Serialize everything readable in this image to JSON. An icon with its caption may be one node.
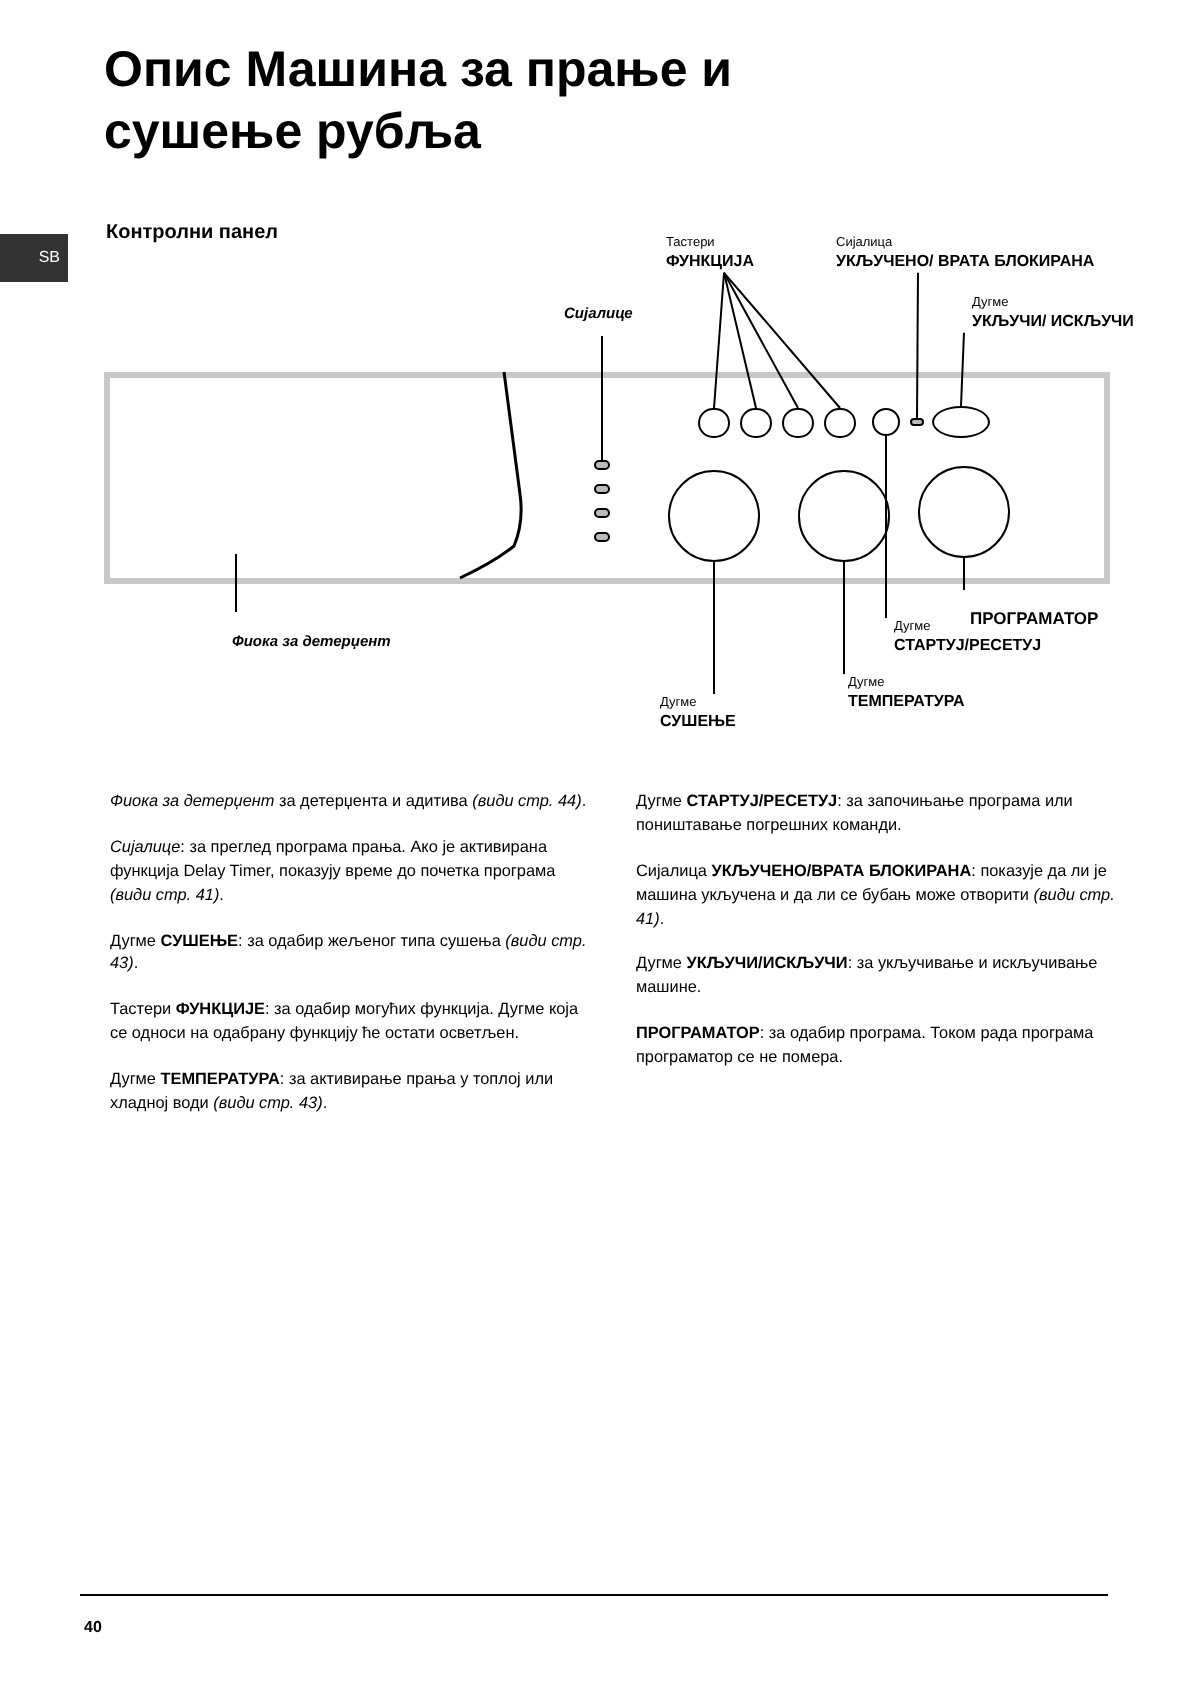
{
  "diagram": {
    "title": "Опис Машина за прање и сушење рубља",
    "nodes": [
      {
        "text": [],
        "shape": "box"
      },
      {
        "text": [
          "Фиока за детерџент"
        ]
      },
      {
        "text": [
          "Сијалице"
        ]
      },
      {
        "text": [],
        "shape": "circle",
        "in": 0
      },
      {
        "text": [],
        "shape": "circle",
        "in": 0
      },
      {
        "text": [],
        "shape": "circle",
        "in": 0
      },
      {
        "text": [],
        "shape": "circle",
        "in": 0
      },
      {
        "text": [
          "Тастери",
          "ФУНКЦИЈА"
        ]
      },
      {
        "text": [],
        "shape": "circle",
        "in": 0
      },
      {
        "text": [],
        "shape": "circle",
        "in": 0
      },
      {
        "text": [],
        "shape": "circle",
        "in": 0
      },
      {
        "text": [],
        "shape": "circle",
        "in": 0
      },
      {
        "text": [],
        "shape": "circle",
        "in": 0
      },
      {
        "text": [],
        "shape": "circle",
        "in": 0
      },
      {
        "text": [],
        "shape": "ellipse",
        "in": 0
      },
      {
        "text": [],
        "shape": "circle",
        "in": 0
      },
      {
        "text": [],
        "shape": "circle",
        "in": 0
      },
      {
        "text": [],
        "shape": "circle",
        "in": 0
      },
      {
        "text": [
          "Сијалица",
          "УКЉУЧЕНО/ ВРАТА БЛОКИРАНА"
        ]
      },
      {
        "text": [
          "Дугме",
          "УКЉУЧИ/ ИСКЉУЧИ"
        ]
      },
      {
        "text": [
          "ПРОГРАМАТОР"
        ]
      },
      {
        "text": [
          "Дугме",
          "СТАРТУЈ/РЕСЕТУЈ"
        ]
      },
      {
        "text": [
          "Дугме",
          "ТЕМПЕРАТУРА"
        ]
      },
      {
        "text": [
          "Дугме",
          "СУШЕЊЕ"
        ]
      }
    ],
    "edges": [
      {
        "from": 1,
        "to": null,
        "arrow": "none"
      },
      {
        "from": 2,
        "to": 3,
        "arrow": "none"
      },
      {
        "from": 7,
        "to": 8,
        "arrow": "none"
      },
      {
        "from": 7,
        "to": 9,
        "arrow": "none"
      },
      {
        "from": 7,
        "to": 10,
        "arrow": "none"
      },
      {
        "from": 7,
        "to": 11,
        "arrow": "none"
      },
      {
        "from": 18,
        "to": 13,
        "arrow": "none"
      },
      {
        "from": 19,
        "to": 14,
        "arrow": "none"
      },
      {
        "from": 20,
        "to": 17,
        "arrow": "none"
      },
      {
        "from": 21,
        "to": 12,
        "arrow": "none"
      },
      {
        "from": 22,
        "to": 16,
        "arrow": "none"
      },
      {
        "from": 23,
        "to": 15,
        "arrow": "none"
      }
    ],
    "labels": [
      "SB",
      "Контролни панел",
      "*Фиока за детерџент* за детерџента и адитива *(види стр. 44)*.",
      "*Сијалице*: за преглед програма прања. Ако је активирана функција Delay Timer, показују време до почетка програма *(види стр. 41)*.",
      "Дугме **СУШЕЊЕ**: за одабир жељеног типа сушења *(види стр. 43)*.",
      "Тастери **ФУНКЦИЈЕ**: за одабир могућих функција. Дугме која се односи на одабрану функцију ће остати осветљен.",
      "Дугме **ТЕМПЕРАТУРА**: за активирање прања у топлој или хладној води *(види стр. 43)*.",
      "Дугме **СТАРТУЈ/РЕСЕТУЈ**: за започињање програма или поништавање погрешних команди.",
      "Сијалица **УКЉУЧЕНО/ВРАТА БЛОКИРАНА**: показује да ли је машина укључена и да ли се бубањ може отворити *(види стр. 41)*.",
      "Дугме **УКЉУЧИ/ИСКЉУЧИ**: за укључивање и искључивање машине.",
      "**ПРОГРАМАТОР**: за одабир програма. Током рада програма програматор се не помера.",
      "40"
    ]
  }
}
